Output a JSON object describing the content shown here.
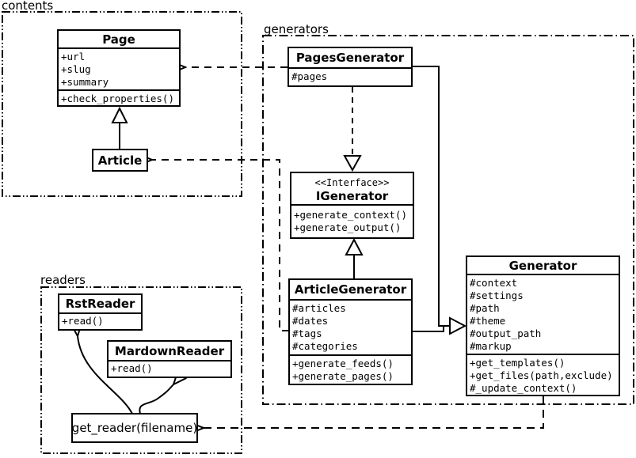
{
  "packages": {
    "contents": {
      "label": "contents"
    },
    "generators": {
      "label": "generators"
    },
    "readers": {
      "label": "readers"
    }
  },
  "classes": {
    "page": {
      "name": "Page",
      "attributes": [
        "+url",
        "+slug",
        "+summary"
      ],
      "methods": [
        "+check_properties()"
      ]
    },
    "article": {
      "name": "Article"
    },
    "pages_generator": {
      "name": "PagesGenerator",
      "attributes": [
        "#pages"
      ]
    },
    "igenerator": {
      "stereotype": "<<Interface>>",
      "name": "IGenerator",
      "methods": [
        "+generate_context()",
        "+generate_output()"
      ]
    },
    "article_generator": {
      "name": "ArticleGenerator",
      "attributes": [
        "#articles",
        "#dates",
        "#tags",
        "#categories"
      ],
      "methods": [
        "+generate_feeds()",
        "+generate_pages()"
      ]
    },
    "generator": {
      "name": "Generator",
      "attributes": [
        "#context",
        "#settings",
        "#path",
        "#theme",
        "#output_path",
        "#markup"
      ],
      "methods": [
        "+get_templates()",
        "+get_files(path,exclude)",
        "#_update_context()"
      ]
    },
    "rst_reader": {
      "name": "RstReader",
      "methods": [
        "+read()"
      ]
    },
    "markdown_reader": {
      "name": "MardownReader",
      "methods": [
        "+read()"
      ]
    },
    "get_reader": {
      "label": "get_reader(filename)"
    }
  },
  "relationships": [
    {
      "type": "generalization",
      "from": "Article",
      "to": "Page"
    },
    {
      "type": "dependency",
      "from": "PagesGenerator",
      "to": "Page"
    },
    {
      "type": "dependency",
      "from": "ArticleGenerator",
      "to": "Article"
    },
    {
      "type": "realization",
      "from": "PagesGenerator",
      "to": "IGenerator"
    },
    {
      "type": "generalization",
      "from": "ArticleGenerator",
      "to": "IGenerator"
    },
    {
      "type": "generalization",
      "from": "PagesGenerator",
      "to": "Generator"
    },
    {
      "type": "generalization",
      "from": "ArticleGenerator",
      "to": "Generator"
    },
    {
      "type": "dependency",
      "from": "Generator",
      "to": "get_reader(filename)"
    },
    {
      "type": "call",
      "from": "get_reader(filename)",
      "to": "RstReader"
    },
    {
      "type": "call",
      "from": "get_reader(filename)",
      "to": "MardownReader"
    }
  ],
  "colors": {
    "line": "#000000",
    "background": "#ffffff",
    "box_fill": "#ffffff"
  }
}
